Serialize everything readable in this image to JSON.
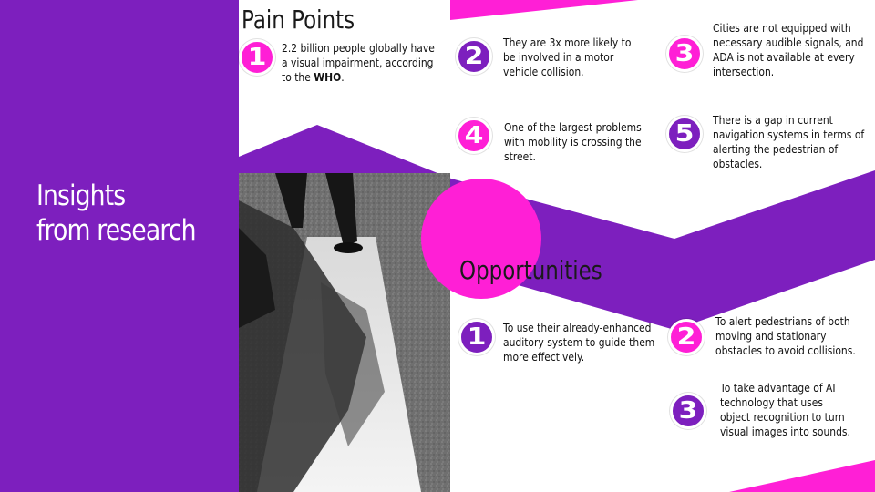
{
  "sidebar": {
    "title_line1": "Insights",
    "title_line2": "from research"
  },
  "pain_points": {
    "title": "Pain Points",
    "items": [
      {
        "number": "1",
        "text": "2.2 billion people globally have a visual impairment, according to the ",
        "bold": "WHO",
        "suffix": "."
      },
      {
        "number": "2",
        "text": "They are 3x more likely to be involved in a motor vehicle collision."
      },
      {
        "number": "3",
        "text": "Cities are not equipped with necessary audible signals, and ADA is not available at every intersection."
      },
      {
        "number": "4",
        "text": "One of the largest problems with mobility is crossing the street."
      },
      {
        "number": "5",
        "text": "There is a gap in current navigation systems in terms of alerting the pedestrian of obstacles."
      }
    ]
  },
  "opportunities": {
    "title": "Opportunities",
    "items": [
      {
        "number": "1",
        "text": "To use their  already-enhanced auditory system to guide them more effectively."
      },
      {
        "number": "2",
        "text": "To alert pedestrians of both moving and stationary obstacles to avoid collisions."
      },
      {
        "number": "3",
        "text": "To take advantage of AI technology that uses object recognition to turn visual images into sounds."
      }
    ]
  },
  "colors": {
    "purple": "#7d1fbe",
    "pink": "#ff1fd6",
    "white": "#ffffff",
    "text": "#111111"
  }
}
